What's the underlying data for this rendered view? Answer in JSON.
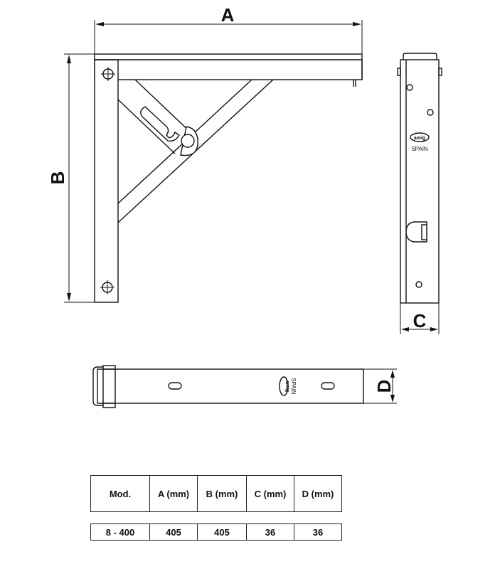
{
  "dimensions": {
    "A": "A",
    "B": "B",
    "C": "C",
    "D": "D"
  },
  "branding": {
    "logo": "amig",
    "country": "SPAIN"
  },
  "table": {
    "headers": [
      "Mod.",
      "A (mm)",
      "B (mm)",
      "C (mm)",
      "D (mm)"
    ],
    "rows": [
      [
        "8 - 400",
        "405",
        "405",
        "36",
        "36"
      ]
    ]
  }
}
